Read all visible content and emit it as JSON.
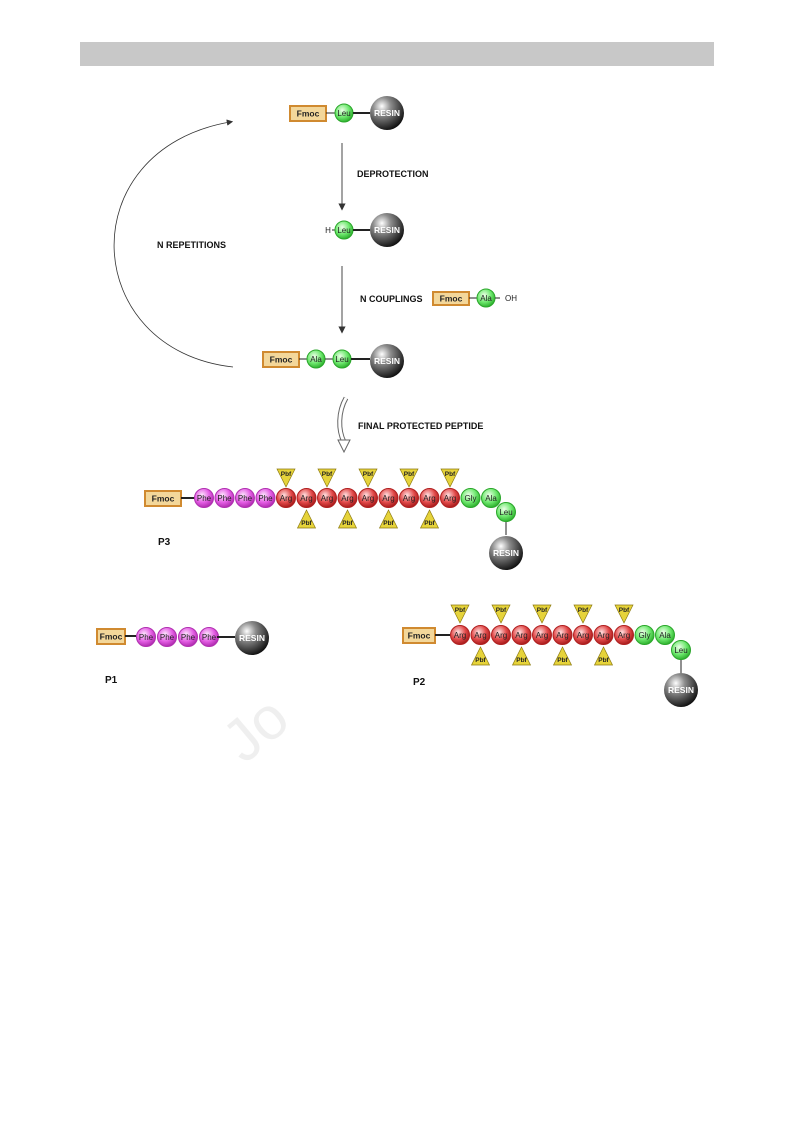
{
  "labels": {
    "deprotection": "DEPROTECTION",
    "n_repetitions": "N REPETITIONS",
    "n_couplings": "N COUPLINGS",
    "final_protected_peptide": "FINAL PROTECTED PEPTIDE",
    "p1": "P1",
    "p2": "P2",
    "p3": "P3",
    "h": "H",
    "oh": "OH"
  },
  "molecules": {
    "fmoc": "Fmoc",
    "resin": "RESIN",
    "pbf": "Pbf",
    "leu": "Leu",
    "ala": "Ala",
    "gly": "Gly",
    "arg": "Arg",
    "phe": "Phe"
  },
  "watermark": "Jo",
  "colors": {
    "fmoc_fill": "#f3d79a",
    "fmoc_stroke": "#d08a30",
    "green_residue": "#6ee86e",
    "red_residue": "#e24a4a",
    "magenta_residue": "#e45ee4",
    "pbf": "#e6d33a",
    "resin": "#3a3a3a",
    "header_bar": "#c8c8c8"
  }
}
